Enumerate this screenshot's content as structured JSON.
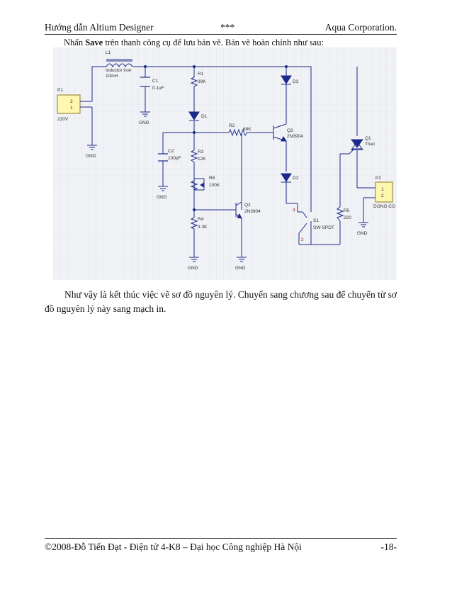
{
  "header": {
    "left": "Hướng dẫn Altium Designer",
    "center": "***",
    "right": "Aqua Corporation."
  },
  "intro": {
    "prefix": "Nhấn ",
    "bold": "Save",
    "suffix": " trên thanh công cụ để lưu bản vẽ. Bản vẽ hoàn chỉnh như sau:"
  },
  "schematic": {
    "labels": {
      "l1": "L1",
      "l1_type": "Inductor Iron",
      "l1_val": "10mH",
      "p1": "P1",
      "p1_pin2": "2",
      "p1_pin1": "1",
      "p1_val": "220V",
      "c1": "C1",
      "c1_val": "0.1uF",
      "r1": "R1",
      "r1_val": "39K",
      "d1": "D1",
      "gnd": "GND",
      "r2": "R2",
      "r2_val": "68K",
      "q3": "Q3",
      "q3_val": "2N3904",
      "d3": "D3",
      "d2": "D2",
      "c2": "C2",
      "c2_val": "100pF",
      "r3": "R3",
      "r3_val": "12K",
      "r6": "R6",
      "r6_val": "100K",
      "r4": "R4",
      "r4_val": "3.3K",
      "q2": "Q2",
      "q2_val": "2N3904",
      "s1": "S1",
      "s1_val": "SW-SPDT",
      "s1_pin3": "3",
      "s1_pin2": "2",
      "r5": "R5",
      "r5_val": "220",
      "q1": "Q1",
      "q1_val": "Triac",
      "p2": "P2",
      "p2_pin1": "1",
      "p2_pin2": "2",
      "p2_val": "DONG CO"
    }
  },
  "paragraph": "Như vậy là kết thúc việc vẽ sơ đồ nguyên lý. Chuyển sang chương sau để chuyển từ sơ đồ nguyên lý này sang mạch in.",
  "footer": {
    "left": "©2008-Đỗ Tiến Đạt - Điện tử 4-K8 – Đại học Công nghiệp Hà Nội",
    "right": "-18-"
  }
}
